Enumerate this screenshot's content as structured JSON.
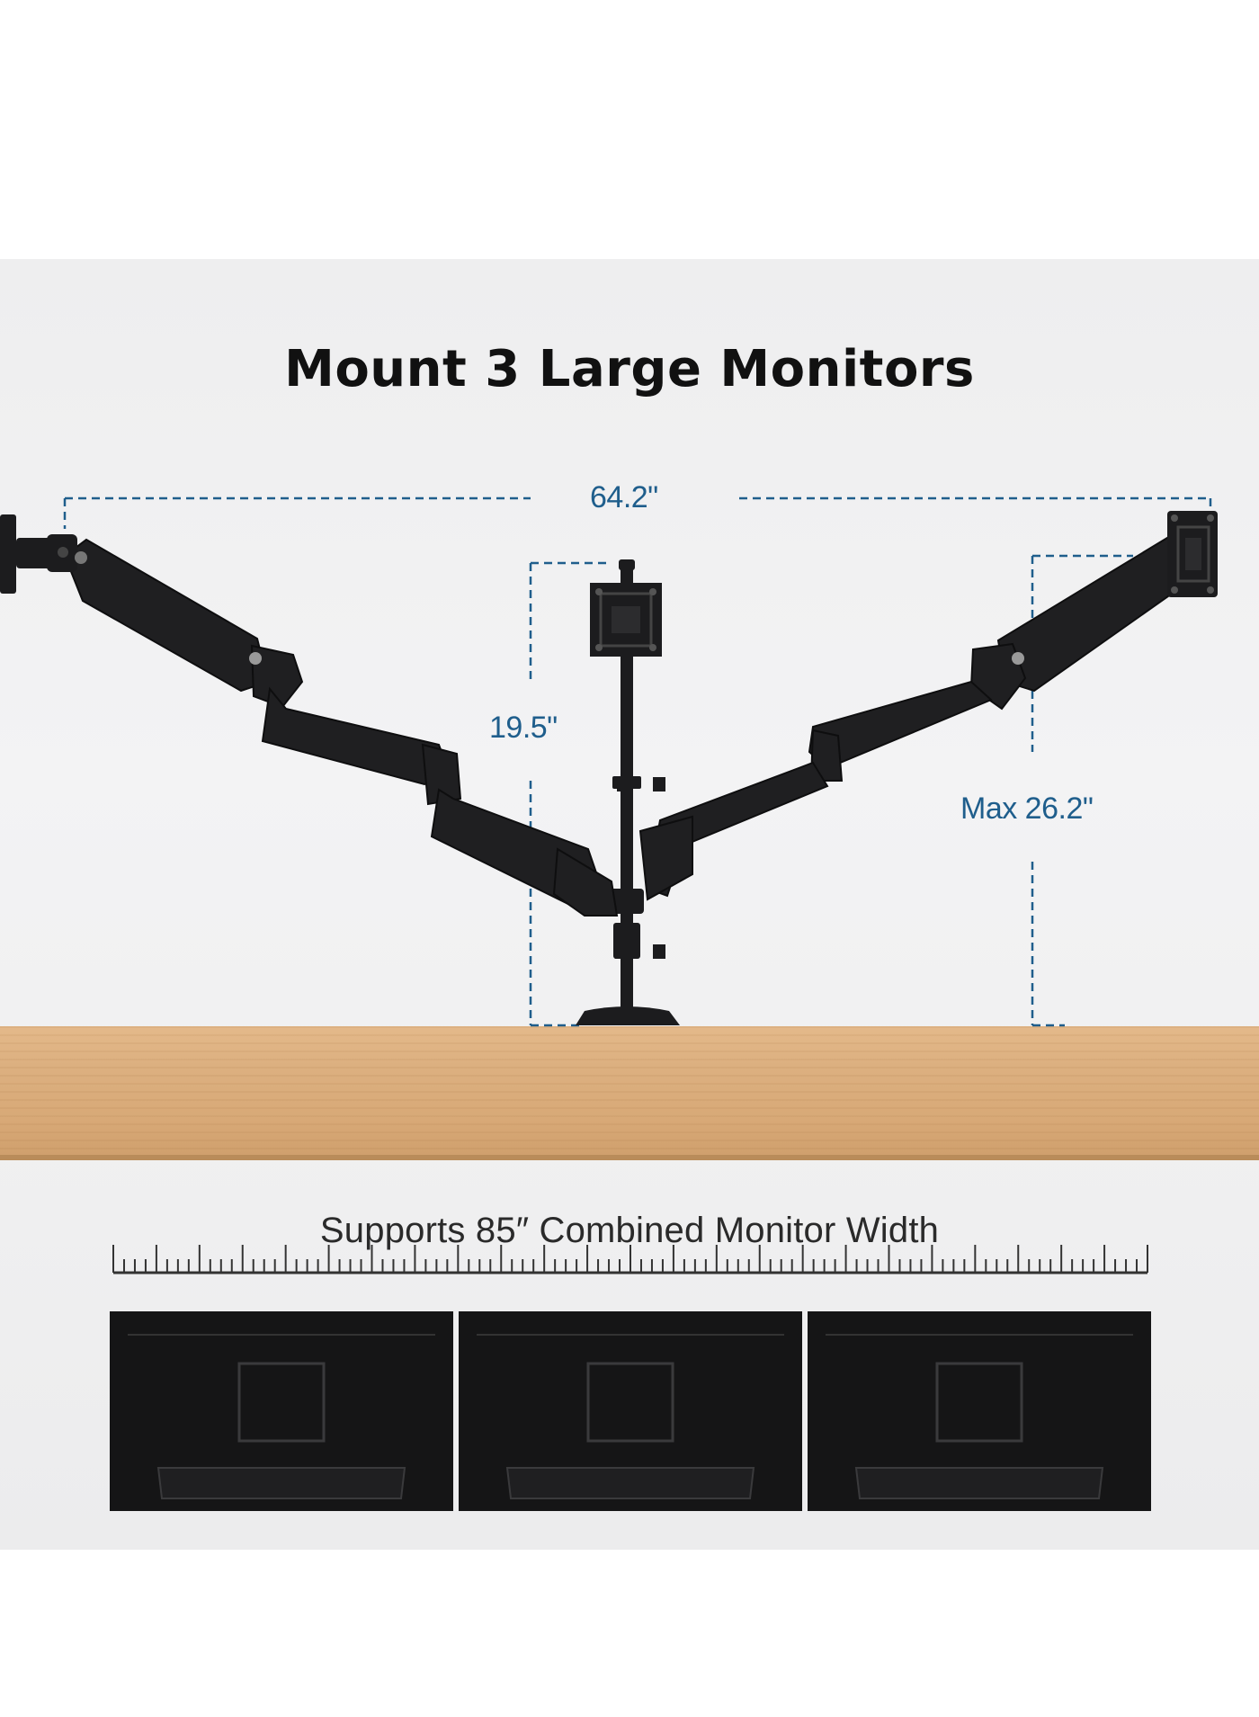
{
  "headline": "Mount 3 Large Monitors",
  "dimensions": {
    "total_span": "64.2\"",
    "pole_height": "19.5\"",
    "max_height": "Max 26.2\""
  },
  "support_caption": "Supports 85″ Combined Monitor Width",
  "colors": {
    "dimension_line": "#1f5e8c",
    "metal": "#1e1e20",
    "desk": "#d8a977"
  }
}
